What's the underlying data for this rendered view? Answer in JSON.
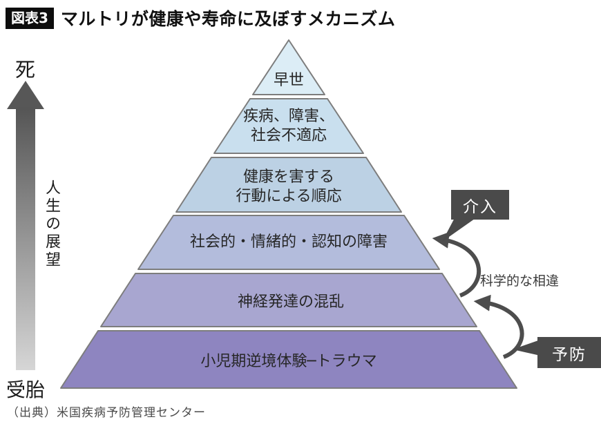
{
  "header": {
    "badge": "図表3",
    "title": "マルトリが健康や寿命に及ぼすメカニズム"
  },
  "life_axis": {
    "top_label": "死",
    "side_label": "人生の展望",
    "bottom_label": "受胎"
  },
  "pyramid": {
    "levels": [
      {
        "id": "early-death",
        "lines": [
          "早世"
        ],
        "color": "#dcedf6"
      },
      {
        "id": "disease-disability",
        "lines": [
          "疾病、障害、",
          "社会不適応"
        ],
        "color": "#c9dfee"
      },
      {
        "id": "health-risk-behaviors",
        "lines": [
          "健康を害する",
          "行動による順応"
        ],
        "color": "#bcd1e4"
      },
      {
        "id": "impairment",
        "lines": [
          "社会的・情緒的・認知の障害"
        ],
        "color": "#b3bcdc"
      },
      {
        "id": "neurodevelopment",
        "lines": [
          "神経発達の混乱"
        ],
        "color": "#a8a6d0"
      },
      {
        "id": "adverse-experiences",
        "lines": [
          "小児期逆境体験─トラウマ"
        ],
        "color": "#8e85c0"
      }
    ],
    "border_color": "#7d7d7d"
  },
  "annotations": {
    "intervention_label": "介入",
    "prevention_label": "予防",
    "gap_note": "科学的な相違",
    "callout_color": "#4a4a4a",
    "arrow_color": "#4d4d4d"
  },
  "caption": "（出典）米国疾病予防管理センター"
}
